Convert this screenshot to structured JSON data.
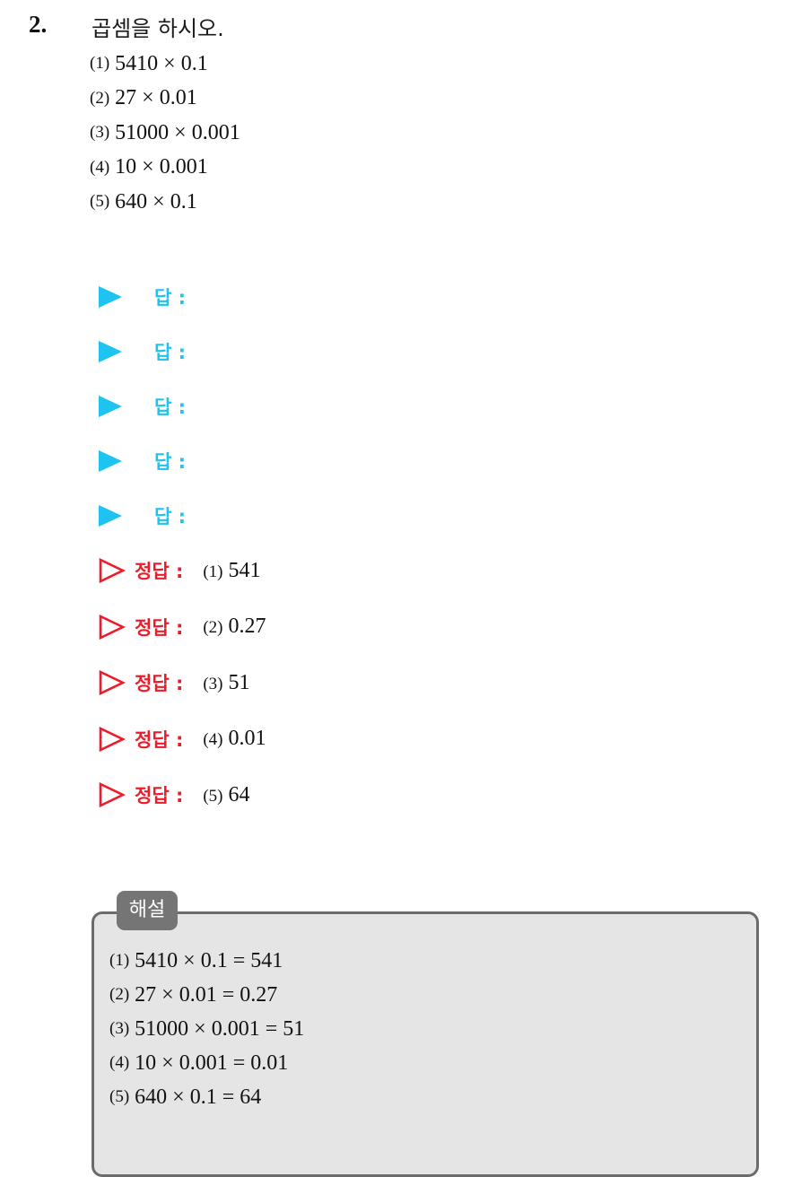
{
  "question": {
    "number": "2.",
    "title": "곱셈을 하시오.",
    "items": [
      {
        "num": "(1)",
        "expr": "5410 × 0.1"
      },
      {
        "num": "(2)",
        "expr": "27 × 0.01"
      },
      {
        "num": "(3)",
        "expr": "51000 × 0.001"
      },
      {
        "num": "(4)",
        "expr": "10 × 0.001"
      },
      {
        "num": "(5)",
        "expr": "640 × 0.1"
      }
    ]
  },
  "answers": [
    {
      "label": "답 :"
    },
    {
      "label": "답 :"
    },
    {
      "label": "답 :"
    },
    {
      "label": "답 :"
    },
    {
      "label": "답 :"
    }
  ],
  "solutions": [
    {
      "label": "정답 :",
      "num": "(1)",
      "value": "541"
    },
    {
      "label": "정답 :",
      "num": "(2)",
      "value": "0.27"
    },
    {
      "label": "정답 :",
      "num": "(3)",
      "value": "51"
    },
    {
      "label": "정답 :",
      "num": "(4)",
      "value": "0.01"
    },
    {
      "label": "정답 :",
      "num": "(5)",
      "value": "64"
    }
  ],
  "explanation": {
    "tag": "해설",
    "lines": [
      {
        "num": "(1)",
        "expr": "5410 × 0.1 = 541"
      },
      {
        "num": "(2)",
        "expr": "27 × 0.01 = 0.27"
      },
      {
        "num": "(3)",
        "expr": "51000 × 0.001 = 51"
      },
      {
        "num": "(4)",
        "expr": "10 × 0.001 = 0.01"
      },
      {
        "num": "(5)",
        "expr": "640 × 0.1 = 64"
      }
    ]
  },
  "colors": {
    "answer_accent": "#1ec3ef",
    "solution_accent": "#ee1c2a",
    "explanation_bg": "#e5e5e5",
    "explanation_border": "#6b6b6b"
  }
}
